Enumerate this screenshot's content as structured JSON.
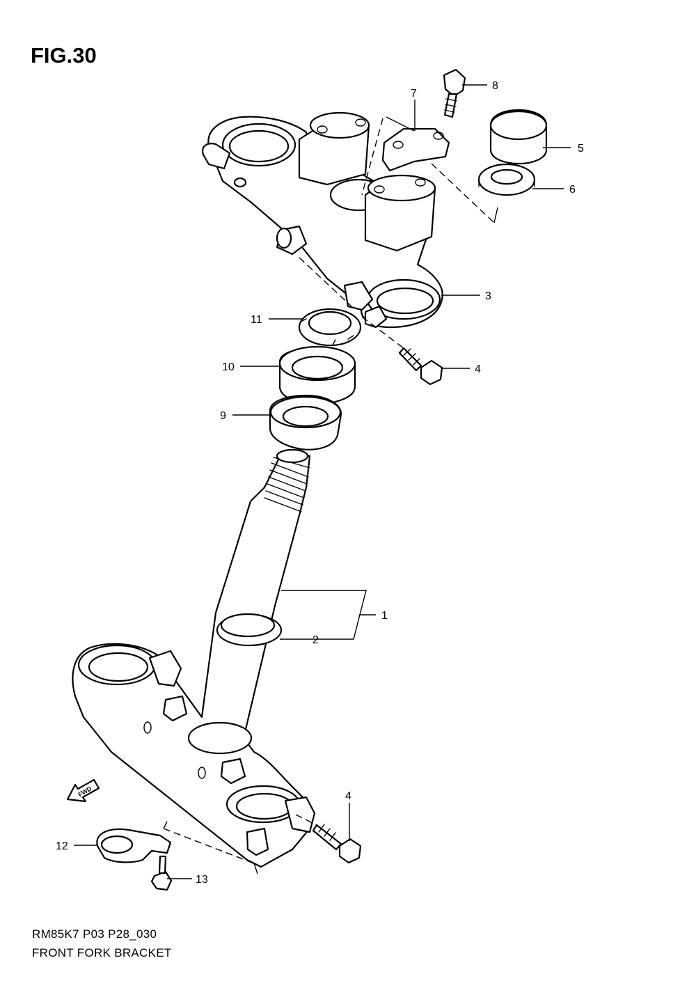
{
  "figure": {
    "title": "FIG.30",
    "model_code": "RM85K7 P03 P28_030",
    "caption": "FRONT FORK BRACKET",
    "fwd_label": "FWD"
  },
  "callouts": {
    "c1": "1",
    "c2": "2",
    "c3": "3",
    "c4a": "4",
    "c4b": "4",
    "c5": "5",
    "c6": "6",
    "c7": "7",
    "c8": "8",
    "c9": "9",
    "c10": "10",
    "c11": "11",
    "c12": "12",
    "c13": "13"
  }
}
